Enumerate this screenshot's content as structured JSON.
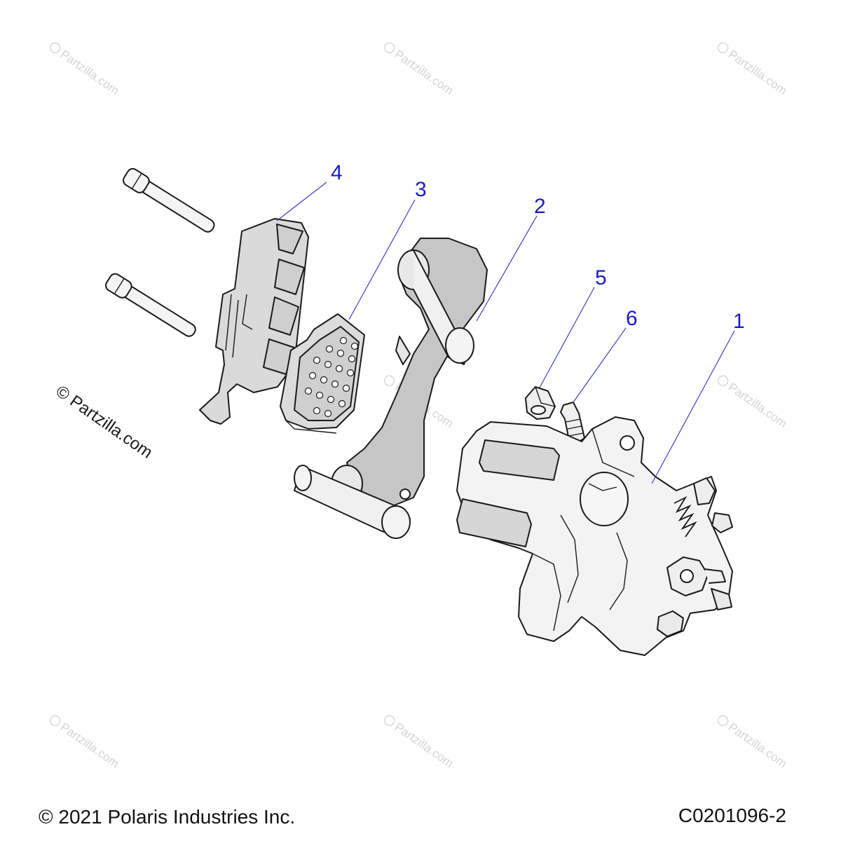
{
  "watermark": {
    "small_text": "Partzilla.com",
    "large_text": "© Partzilla.com"
  },
  "callouts": [
    {
      "id": "1",
      "label": "1"
    },
    {
      "id": "2",
      "label": "2"
    },
    {
      "id": "3",
      "label": "3"
    },
    {
      "id": "4",
      "label": "4"
    },
    {
      "id": "5",
      "label": "5"
    },
    {
      "id": "6",
      "label": "6"
    }
  ],
  "footer": {
    "copyright": "© 2021 Polaris Industries Inc.",
    "diagram_id": "C0201096-2"
  },
  "colors": {
    "callout": "#1a1acc",
    "leader": "#3b3bd6",
    "pad_fill": "#d9d9d9",
    "bracket_fill": "#c8c8c8",
    "caliper_fill": "#f2f2f2",
    "outline": "#1a1a1a",
    "watermark": "#d4d4d4"
  }
}
